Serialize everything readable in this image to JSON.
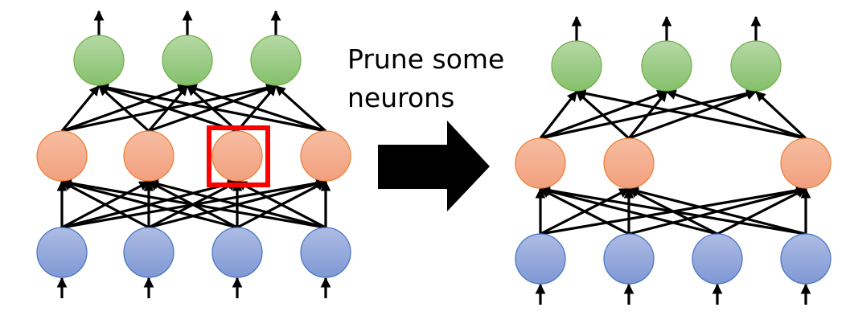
{
  "caption": {
    "line1": "Prune some",
    "line2": "neurons"
  },
  "original_network": {
    "layers": [
      4,
      4,
      3
    ],
    "pruned_neuron": {
      "layer": 1,
      "index": 2
    }
  },
  "pruned_network": {
    "layers": [
      4,
      3,
      3
    ]
  },
  "colors": {
    "input": "#4472c4",
    "hidden": "#ed7d31",
    "output": "#70ad47",
    "highlight": "#ff0000",
    "arrow": "#000000"
  }
}
